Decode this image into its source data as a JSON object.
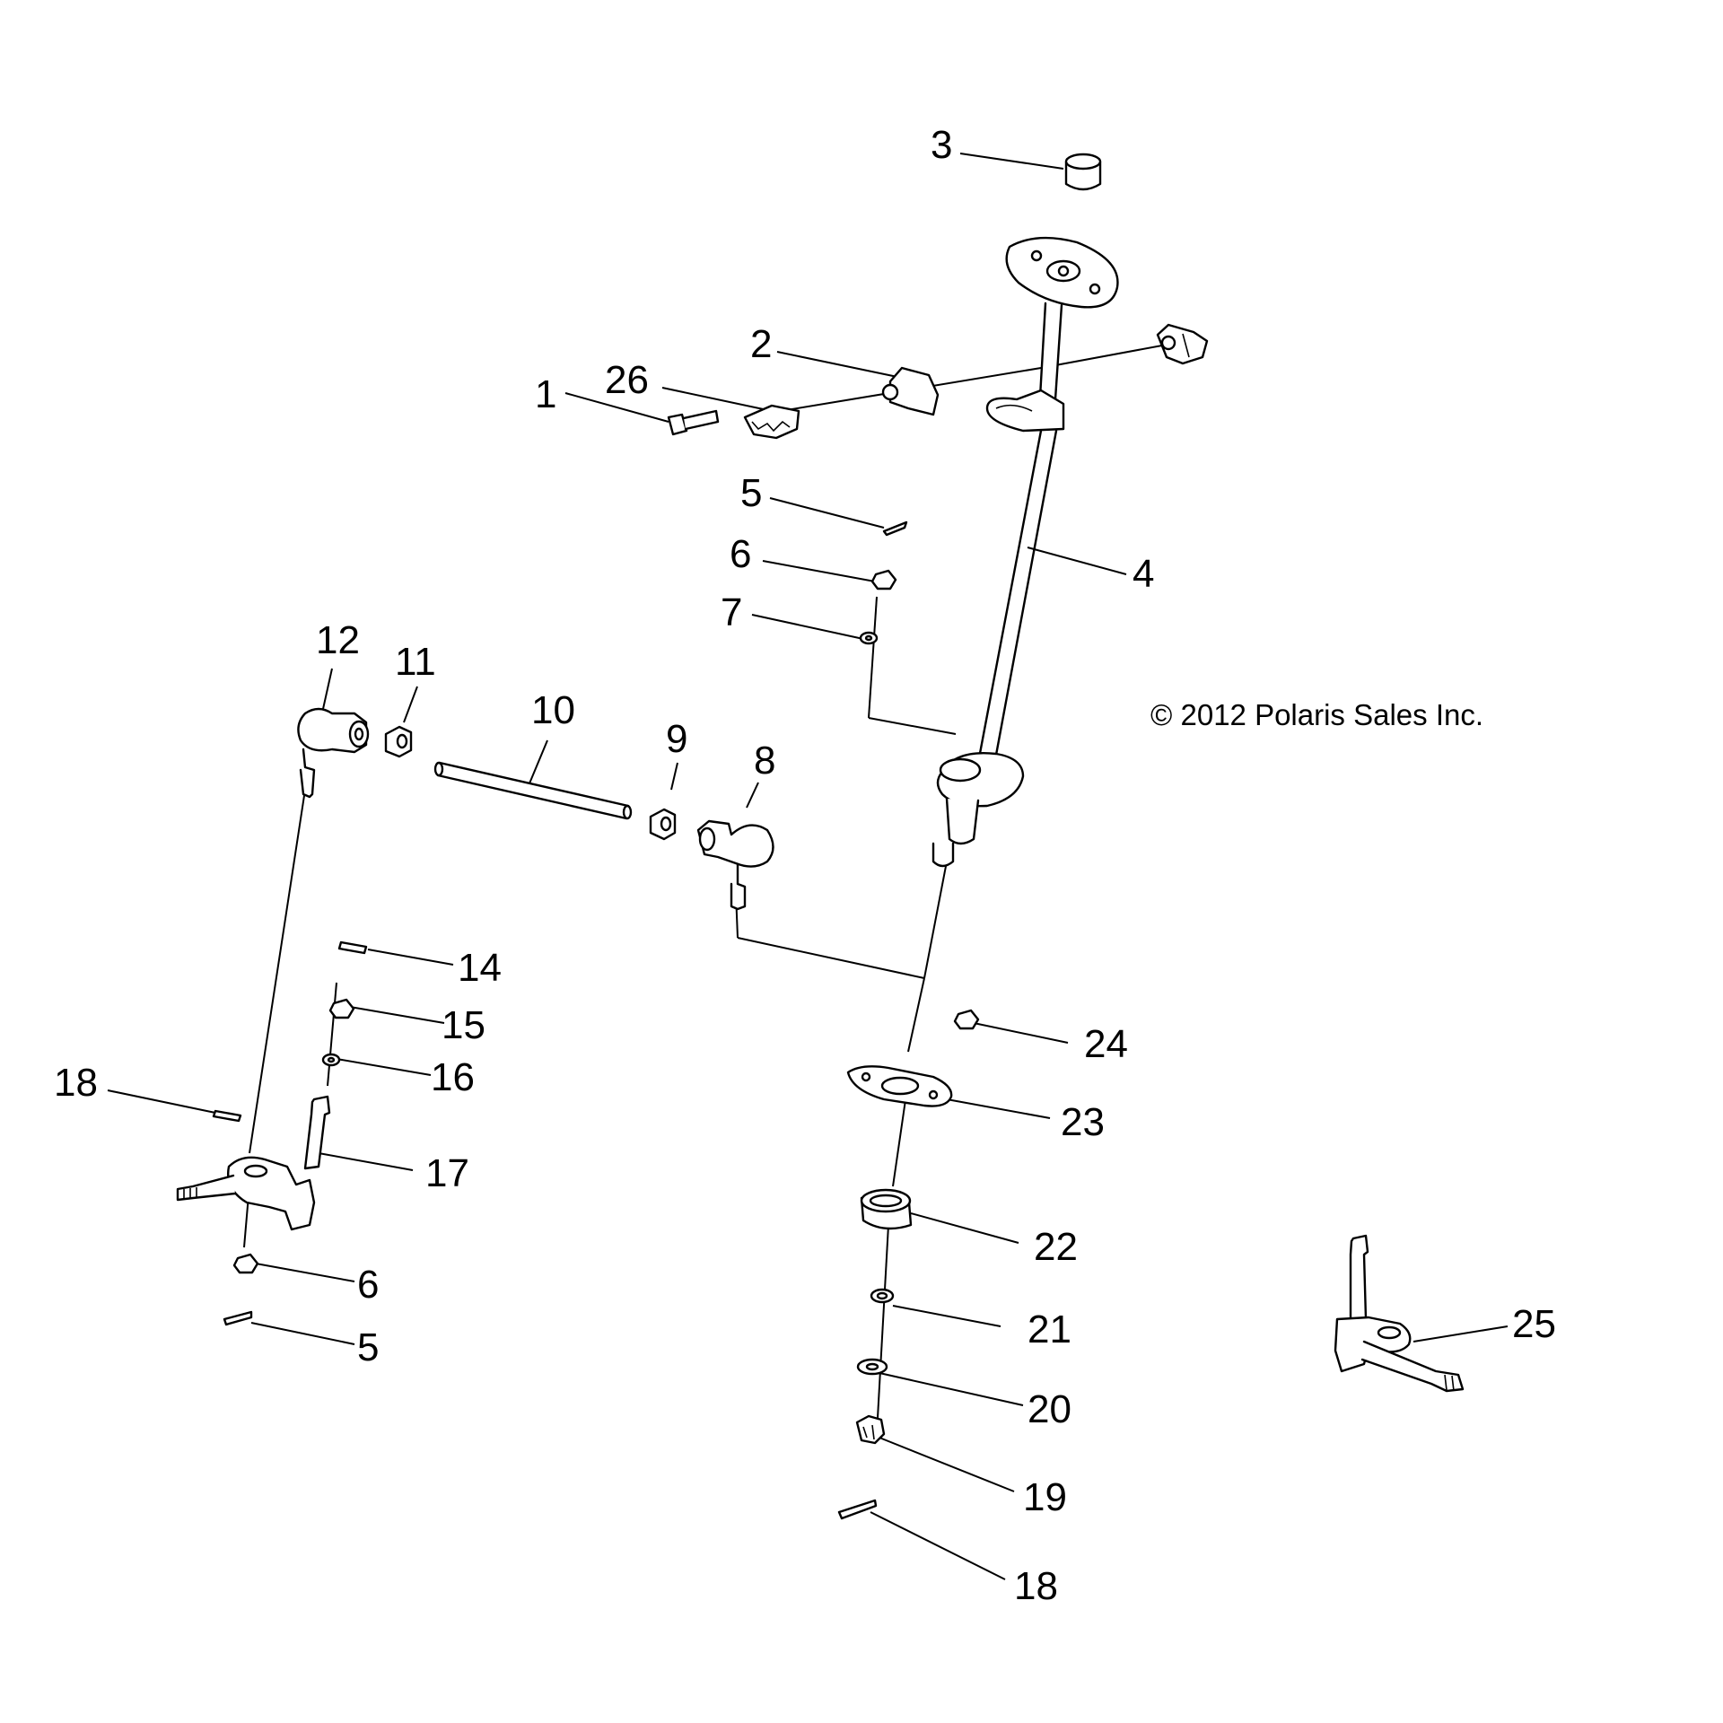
{
  "copyright": "© 2012 Polaris Sales Inc.",
  "callouts": [
    {
      "id": "c3a",
      "label": "3"
    },
    {
      "id": "c2",
      "label": "2"
    },
    {
      "id": "c26",
      "label": "26"
    },
    {
      "id": "c1",
      "label": "1"
    },
    {
      "id": "c5a",
      "label": "5"
    },
    {
      "id": "c6a",
      "label": "6"
    },
    {
      "id": "c7",
      "label": "7"
    },
    {
      "id": "c4",
      "label": "4"
    },
    {
      "id": "c12",
      "label": "12"
    },
    {
      "id": "c11",
      "label": "11"
    },
    {
      "id": "c10",
      "label": "10"
    },
    {
      "id": "c9",
      "label": "9"
    },
    {
      "id": "c8",
      "label": "8"
    },
    {
      "id": "c14",
      "label": "14"
    },
    {
      "id": "c15",
      "label": "15"
    },
    {
      "id": "c16",
      "label": "16"
    },
    {
      "id": "c18a",
      "label": "18"
    },
    {
      "id": "c17",
      "label": "17"
    },
    {
      "id": "c6b",
      "label": "6"
    },
    {
      "id": "c5b",
      "label": "5"
    },
    {
      "id": "c24",
      "label": "24"
    },
    {
      "id": "c23",
      "label": "23"
    },
    {
      "id": "c22",
      "label": "22"
    },
    {
      "id": "c21",
      "label": "21"
    },
    {
      "id": "c20",
      "label": "20"
    },
    {
      "id": "c19",
      "label": "19"
    },
    {
      "id": "c18b",
      "label": "18"
    },
    {
      "id": "c25",
      "label": "25"
    }
  ]
}
